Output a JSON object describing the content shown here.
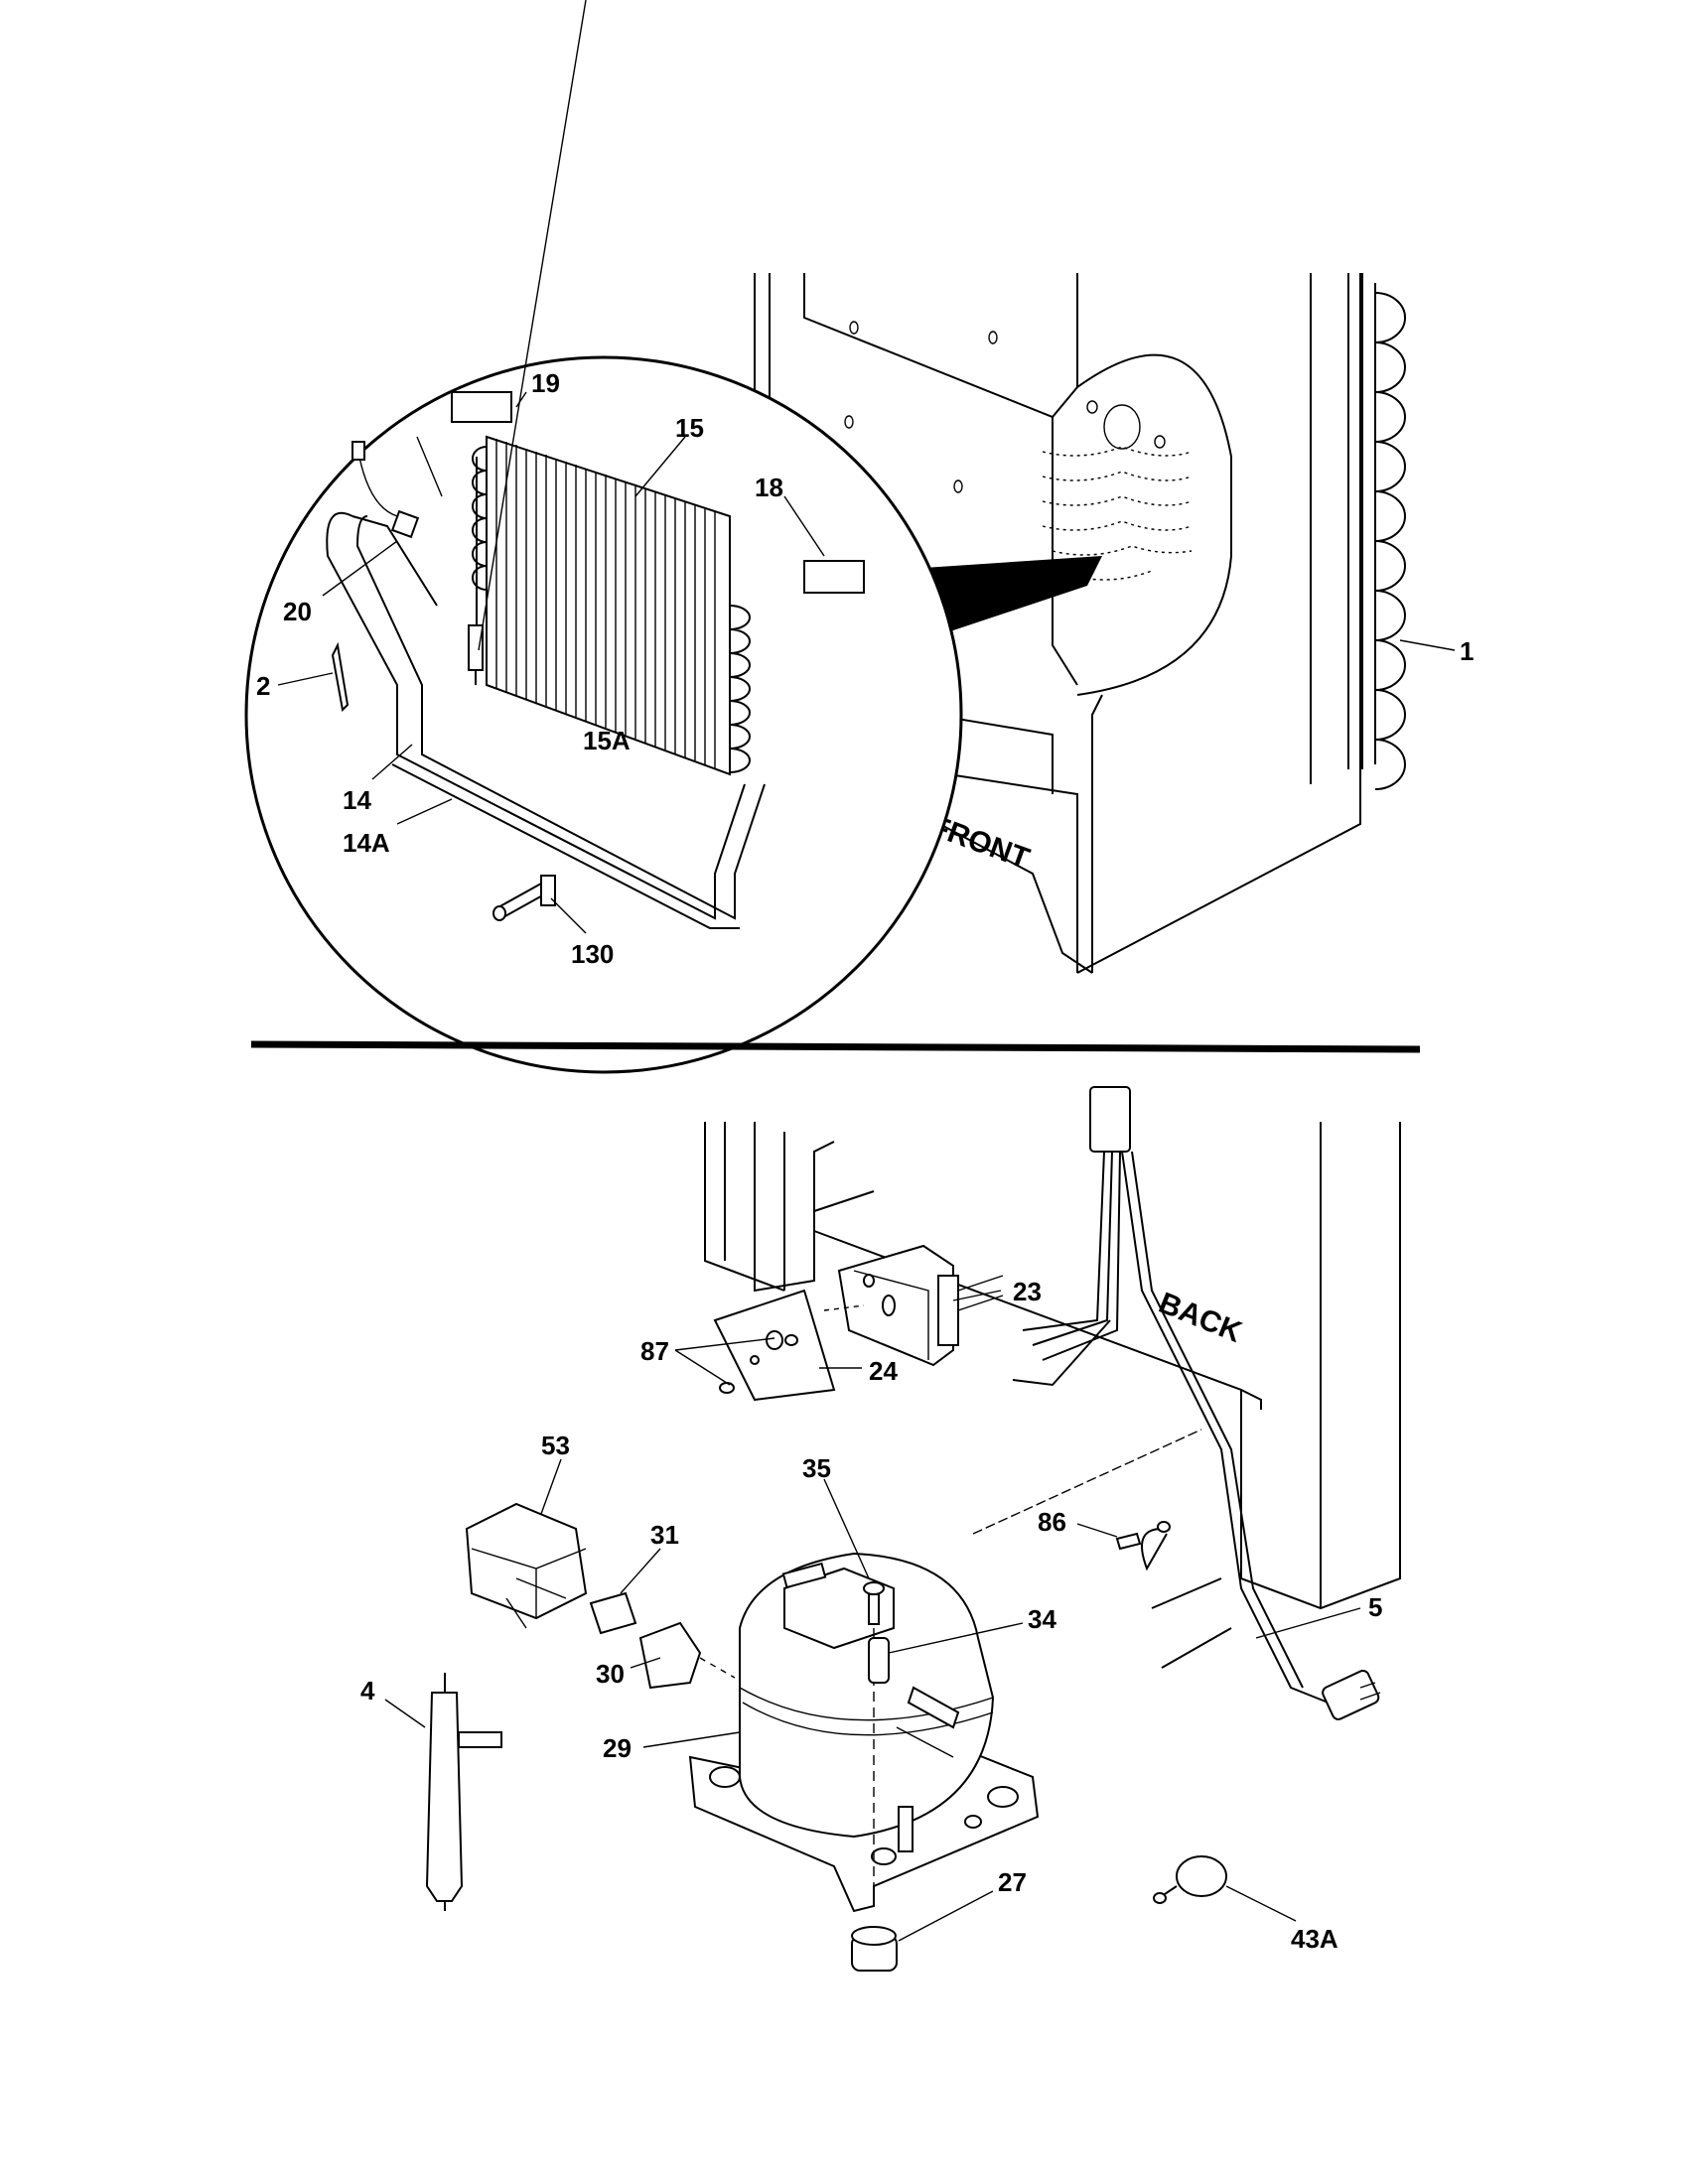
{
  "diagram": {
    "top_labels": {
      "l19": "19",
      "l15": "15",
      "l18": "18",
      "l20": "20",
      "l2": "2",
      "l15a": "15A",
      "l14": "14",
      "l14a": "14A",
      "l130": "130",
      "l1": "1"
    },
    "bottom_labels": {
      "l23": "23",
      "l87": "87",
      "l24": "24",
      "l53": "53",
      "l35": "35",
      "l31": "31",
      "l86": "86",
      "l34": "34",
      "l5": "5",
      "l30": "30",
      "l4": "4",
      "l29": "29",
      "l27": "27",
      "l43a": "43A"
    },
    "orientation": {
      "front": "FRONT",
      "back": "BACK"
    }
  }
}
